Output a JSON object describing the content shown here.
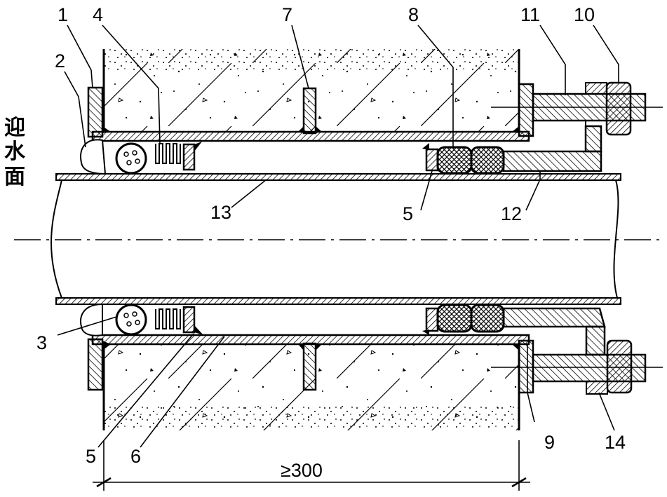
{
  "diagram": {
    "side_label_chars": [
      "迎",
      "水",
      "面"
    ],
    "dimension_label": "≥300",
    "callouts": [
      "1",
      "2",
      "3",
      "4",
      "5",
      "5",
      "6",
      "7",
      "8",
      "9",
      "10",
      "11",
      "12",
      "13",
      "14"
    ]
  }
}
